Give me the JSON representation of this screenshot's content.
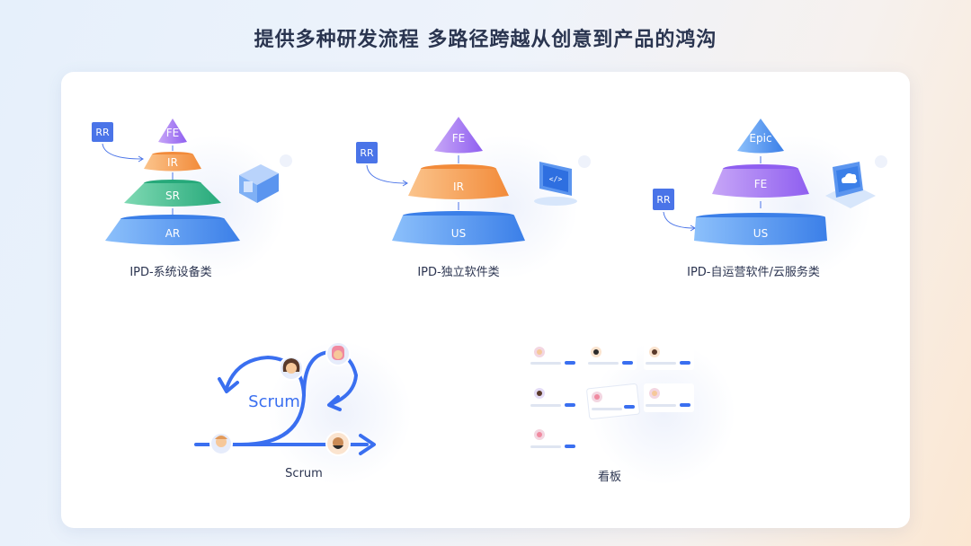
{
  "title": "提供多种研发流程  多路径跨越从创意到产品的鸿沟",
  "diagrams": {
    "ipd_devices": {
      "caption": "IPD-系统设备类",
      "rr": "RR",
      "tiers": [
        "FE",
        "IR",
        "SR",
        "AR"
      ],
      "icon": "server-box-icon"
    },
    "ipd_software": {
      "caption": "IPD-独立软件类",
      "rr": "RR",
      "tiers": [
        "FE",
        "IR",
        "US"
      ],
      "icon": "code-monitor-icon"
    },
    "ipd_cloud": {
      "caption": "IPD-自运营软件/云服务类",
      "rr": "RR",
      "tiers": [
        "Epic",
        "FE",
        "US"
      ],
      "icon": "cloud-box-icon"
    },
    "scrum": {
      "caption": "Scrum",
      "label": "Scrum"
    },
    "kanban": {
      "caption": "看板"
    }
  },
  "colors": {
    "blue": "#4c8ff0",
    "orange": "#f6a057",
    "green": "#3fba8f",
    "purple": "#a070f0",
    "rr": "#4a74e8",
    "accent": "#3a6ff0"
  }
}
